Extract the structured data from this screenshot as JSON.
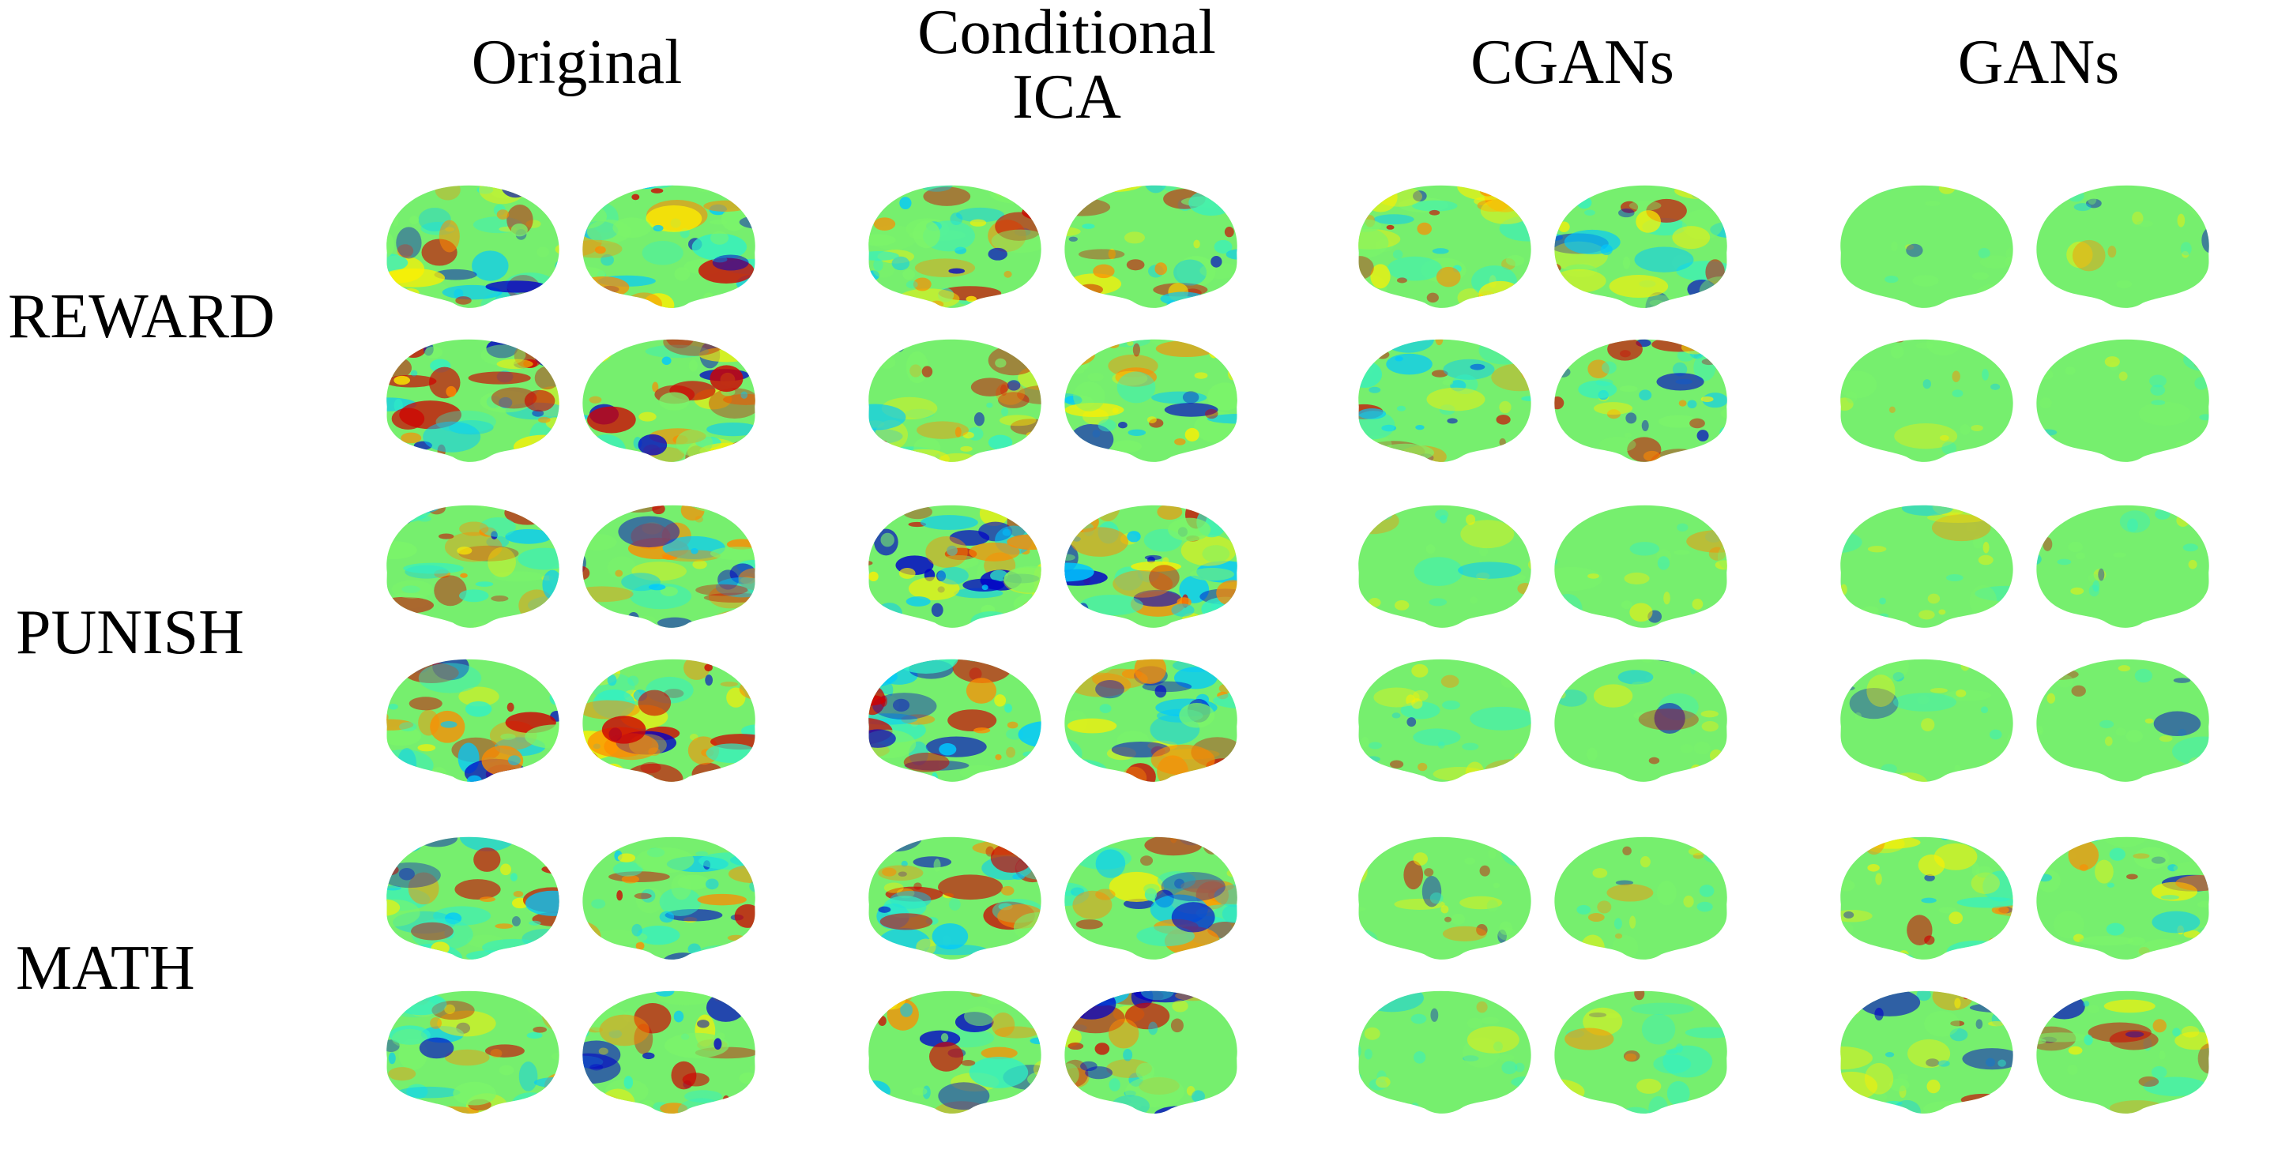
{
  "figure": {
    "columns": [
      "Original",
      "Conditional\nICA",
      "CGANs",
      "GANs"
    ],
    "rows": [
      "REWARD",
      "PUNISH",
      "MATH"
    ],
    "colormap": [
      "#0000c8",
      "#00c8ff",
      "#2ff0c8",
      "#7cf56a",
      "#fff000",
      "#ff8a00",
      "#d00000"
    ],
    "background_color": "#76ef6e",
    "panels": [
      [
        {
          "intensity": 0.85,
          "seed": 11
        },
        {
          "intensity": 0.8,
          "seed": 12
        },
        {
          "intensity": 0.7,
          "seed": 13
        },
        {
          "intensity": 0.25,
          "seed": 14
        }
      ],
      [
        {
          "intensity": 0.85,
          "seed": 21
        },
        {
          "intensity": 0.9,
          "seed": 22
        },
        {
          "intensity": 0.35,
          "seed": 23
        },
        {
          "intensity": 0.3,
          "seed": 24
        }
      ],
      [
        {
          "intensity": 0.8,
          "seed": 31
        },
        {
          "intensity": 0.8,
          "seed": 32
        },
        {
          "intensity": 0.35,
          "seed": 33
        },
        {
          "intensity": 0.6,
          "seed": 34
        }
      ]
    ]
  }
}
